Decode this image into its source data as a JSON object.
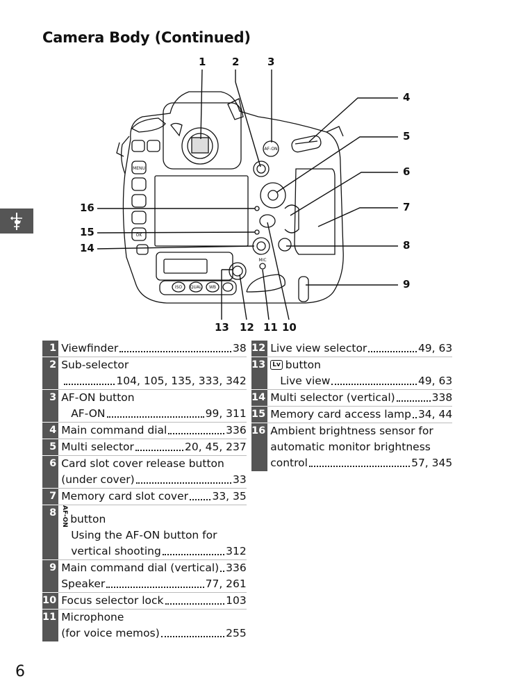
{
  "page": {
    "title": "Camera Body (Continued)",
    "page_number": "6"
  },
  "callouts": {
    "c1": "1",
    "c2": "2",
    "c3": "3",
    "c4": "4",
    "c5": "5",
    "c6": "6",
    "c7": "7",
    "c8": "8",
    "c9": "9",
    "c10": "10",
    "c11": "11",
    "c12": "12",
    "c13": "13",
    "c14": "14",
    "c15": "15",
    "c16": "16"
  },
  "camera_labels": {
    "menu": "MENU",
    "ok": "OK",
    "afon": "AF-ON",
    "iso": "ISO",
    "qual": "QUAL",
    "wb": "WB",
    "mic": "MIC"
  },
  "legend_left": [
    {
      "num": "1",
      "lines": [
        {
          "label": "Viewfinder",
          "pages": "38"
        }
      ]
    },
    {
      "num": "2",
      "lines": [
        {
          "label": "Sub-selector",
          "pages": ""
        },
        {
          "label": "",
          "pages": "104, 105, 135, 333, 342"
        }
      ]
    },
    {
      "num": "3",
      "lines": [
        {
          "label": "AF-ON button",
          "pages": ""
        },
        {
          "label": "AF-ON",
          "pages": "99, 311"
        }
      ]
    },
    {
      "num": "4",
      "lines": [
        {
          "label": "Main command dial",
          "pages": "336"
        }
      ]
    },
    {
      "num": "5",
      "lines": [
        {
          "label": "Multi selector",
          "pages": "20, 45, 237"
        }
      ]
    },
    {
      "num": "6",
      "lines": [
        {
          "label": "Card slot cover release button",
          "pages": ""
        },
        {
          "label": "(under cover)",
          "pages": "33"
        }
      ]
    },
    {
      "num": "7",
      "lines": [
        {
          "label": "Memory card slot cover",
          "pages": "33, 35"
        }
      ]
    },
    {
      "num": "8",
      "lines": [
        {
          "label": "button",
          "pages": ""
        },
        {
          "label": "Using the AF-ON button for",
          "pages": ""
        },
        {
          "label": "vertical shooting",
          "pages": "312"
        }
      ]
    },
    {
      "num": "9",
      "lines": [
        {
          "label": "Main command dial (vertical)",
          "pages": "336"
        },
        {
          "label": "Speaker",
          "pages": "77, 261"
        }
      ]
    },
    {
      "num": "10",
      "lines": [
        {
          "label": "Focus selector lock",
          "pages": "103"
        }
      ]
    },
    {
      "num": "11",
      "lines": [
        {
          "label": "Microphone",
          "pages": ""
        },
        {
          "label": "(for voice memos)",
          "pages": "255"
        }
      ]
    }
  ],
  "legend_right": [
    {
      "num": "12",
      "lines": [
        {
          "label": "Live view selector",
          "pages": "49, 63"
        }
      ]
    },
    {
      "num": "13",
      "lines": [
        {
          "label": "button",
          "pages": ""
        },
        {
          "label": "Live view",
          "pages": "49, 63"
        }
      ]
    },
    {
      "num": "14",
      "lines": [
        {
          "label": "Multi selector (vertical)",
          "pages": "338"
        }
      ]
    },
    {
      "num": "15",
      "lines": [
        {
          "label": "Memory card access lamp",
          "pages": "34, 44"
        }
      ]
    },
    {
      "num": "16",
      "lines": [
        {
          "label": "Ambient brightness sensor for",
          "pages": ""
        },
        {
          "label": "automatic monitor brightness",
          "pages": ""
        },
        {
          "label": "control",
          "pages": "57, 345"
        }
      ]
    }
  ]
}
